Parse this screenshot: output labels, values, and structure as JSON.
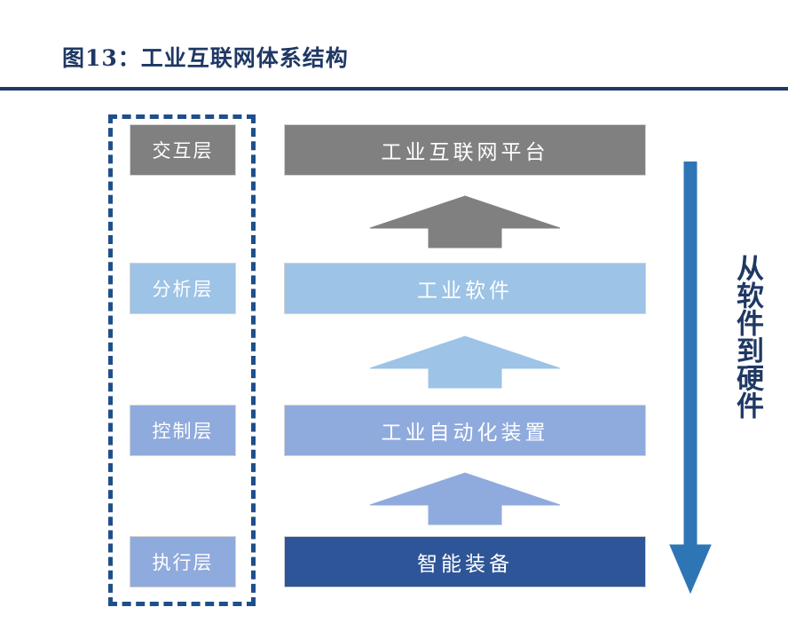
{
  "figure": {
    "title": "图13：工业互联网体系结构",
    "rule_color": "#1f3864",
    "title_color": "#1f3864"
  },
  "diagram": {
    "type": "layered-architecture",
    "group_box": {
      "name": "层次分组框",
      "style": "dashed",
      "color": "#1f4e8c"
    },
    "layers": [
      {
        "chip_label": "交互层",
        "bar_label": "工业互联网平台",
        "color": "#808080"
      },
      {
        "chip_label": "分析层",
        "bar_label": "工业软件",
        "color": "#9dc3e6"
      },
      {
        "chip_label": "控制层",
        "bar_label": "工业自动化装置",
        "color": "#8faadc"
      },
      {
        "chip_label": "执行层",
        "bar_label": "智能装备",
        "chip_color": "#8faadc",
        "color": "#2e5597"
      }
    ],
    "arrows": [
      {
        "name": "arrow-up-platform",
        "direction": "up",
        "color": "#808080"
      },
      {
        "name": "arrow-up-software",
        "direction": "up",
        "color": "#9dc3e6"
      },
      {
        "name": "arrow-up-automation",
        "direction": "up",
        "color": "#8faadc"
      }
    ],
    "flow": {
      "label": "从软件到硬件",
      "direction": "down",
      "color": "#2e75b6"
    }
  }
}
